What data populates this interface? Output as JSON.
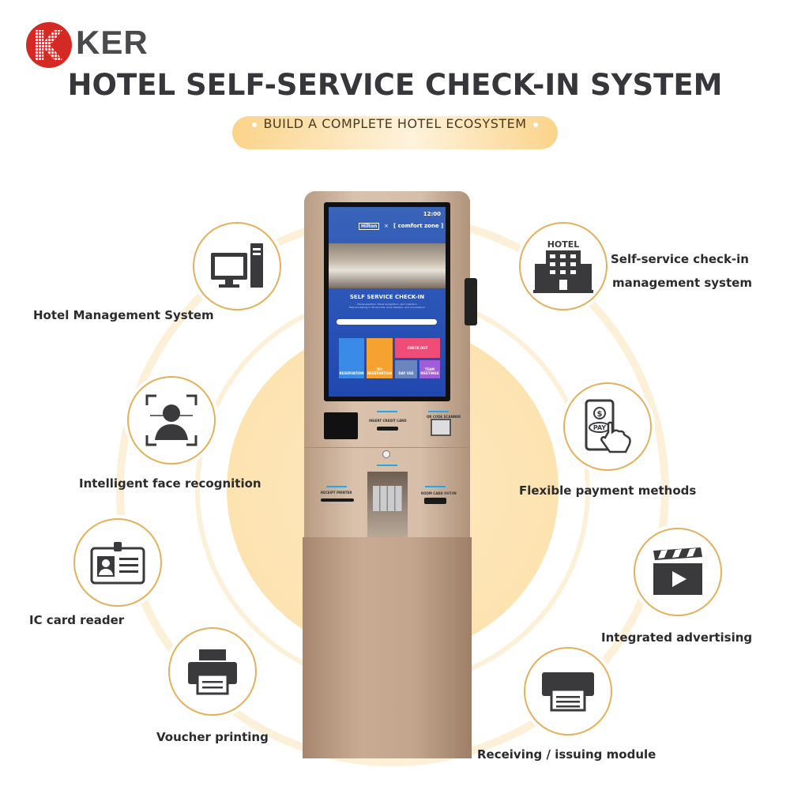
{
  "brand": {
    "name": "KER",
    "color": "#d42a26"
  },
  "title": "HOTEL SELF-SERVICE CHECK-IN SYSTEM",
  "subtitle": "BUILD A COMPLETE HOTEL ECOSYSTEM",
  "features": {
    "hotel_management": "Hotel Management System",
    "face_recognition": "Intelligent face recognition",
    "ic_card": "IC card reader",
    "voucher": "Voucher printing",
    "self_service_1": "Self-service check-in",
    "self_service_2": "management system",
    "payment": "Flexible payment methods",
    "advertising": "Integrated advertising",
    "receiving": "Receiving / issuing module"
  },
  "icon_labels": {
    "hotel": "HOTEL",
    "pay": "PAY",
    "dollar": "$"
  },
  "screen": {
    "time": "12:00",
    "brand_left": "Hilton",
    "brand_x": "×",
    "brand_right": "[ comfort zone ]",
    "heading": "SELF SERVICE CHECK-IN",
    "desc1": "House selection, facial recognition, card collection",
    "desc2": "Fast processing in 30 seconds, more freedom, and convenience",
    "tiles": {
      "reservation": "RESERVATION",
      "no_reservation": "NO RESERVATION",
      "check_out": "CHECK OUT",
      "day_use": "DAY USE",
      "team": "TEAM MEETINGS"
    }
  },
  "kiosk": {
    "credit": "INSERT CREDIT CARD",
    "qr": "QR CODE SCANNER",
    "receipt": "RECEIPT PRINTER",
    "room_card": "ROOM CARD OUT/IN"
  },
  "colors": {
    "accent": "#e3b15c",
    "glow": "#fde3b0"
  }
}
